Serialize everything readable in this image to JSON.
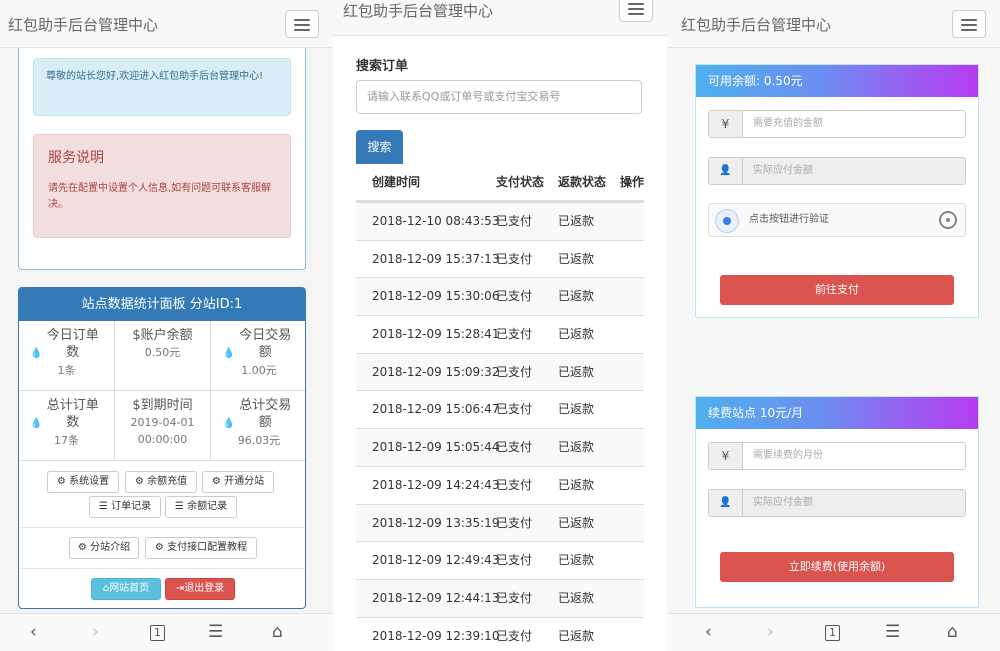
{
  "app": {
    "title": "红包助手后台管理中心"
  },
  "home": {
    "welcome": "尊敬的站长您好,欢迎进入红包助手后台管理中心!",
    "service": {
      "title": "服务说明",
      "body": "请先在配置中设置个人信息,如有问题可联系客服解决。"
    },
    "stats_panel": {
      "title": "站点数据统计面板 分站ID:1",
      "cells": [
        {
          "icon": "droplet-icon",
          "glyph": "💧",
          "label": "今日订单数",
          "value": "1条"
        },
        {
          "icon": "dollar-icon",
          "glyph": "$",
          "label": "账户余额",
          "value": "0.50元"
        },
        {
          "icon": "droplet-icon",
          "glyph": "💧",
          "label": "今日交易额",
          "value": "1.00元"
        },
        {
          "icon": "droplet-icon",
          "glyph": "💧",
          "label": "总计订单数",
          "value": "17条"
        },
        {
          "icon": "dollar-icon",
          "glyph": "$",
          "label": "到期时间",
          "value": "2019-04-01 00:00:00"
        },
        {
          "icon": "droplet-icon",
          "glyph": "💧",
          "label": "总计交易额",
          "value": "96.03元"
        }
      ]
    },
    "buttons": {
      "system_settings": "系统设置",
      "balance_recharge": "余额充值",
      "open_substation": "开通分站",
      "order_records": "订单记录",
      "balance_records": "余额记录",
      "substation_intro": "分站介绍",
      "payment_config_guide": "支付接口配置教程",
      "site_home": "网站首页",
      "logout": "退出登录"
    }
  },
  "orders": {
    "search_label": "搜索订单",
    "search_placeholder": "请输入联系QQ或订单号或支付宝交易号",
    "search_button": "搜索",
    "columns": [
      "创建时间",
      "支付状态",
      "返款状态",
      "操作"
    ],
    "rows": [
      [
        "2018-12-10 08:43:53",
        "已支付",
        "已返款"
      ],
      [
        "2018-12-09 15:37:13",
        "已支付",
        "已返款"
      ],
      [
        "2018-12-09 15:30:06",
        "已支付",
        "已返款"
      ],
      [
        "2018-12-09 15:28:41",
        "已支付",
        "已返款"
      ],
      [
        "2018-12-09 15:09:32",
        "已支付",
        "已返款"
      ],
      [
        "2018-12-09 15:06:47",
        "已支付",
        "已返款"
      ],
      [
        "2018-12-09 15:05:44",
        "已支付",
        "已返款"
      ],
      [
        "2018-12-09 14:24:43",
        "已支付",
        "已返款"
      ],
      [
        "2018-12-09 13:35:19",
        "已支付",
        "已返款"
      ],
      [
        "2018-12-09 12:49:43",
        "已支付",
        "已返款"
      ],
      [
        "2018-12-09 12:44:13",
        "已支付",
        "已返款"
      ],
      [
        "2018-12-09 12:39:10",
        "已支付",
        "已返款"
      ]
    ]
  },
  "recharge": {
    "balance_header": "可用余额: 0.50元",
    "amount_placeholder": "需要充值的金额",
    "pay_amount_placeholder": "实际应付金额",
    "verify_text": "点击按钮进行验证",
    "pay_button": "前往支付",
    "renew_header": "续费站点 10元/月",
    "months_placeholder": "需要续费的月份",
    "renew_pay_placeholder": "实际应付金额",
    "renew_button": "立即续费(使用余额)",
    "yen_glyph": "¥",
    "user_glyph": "👤"
  },
  "browser": {
    "tab_count": "1"
  }
}
